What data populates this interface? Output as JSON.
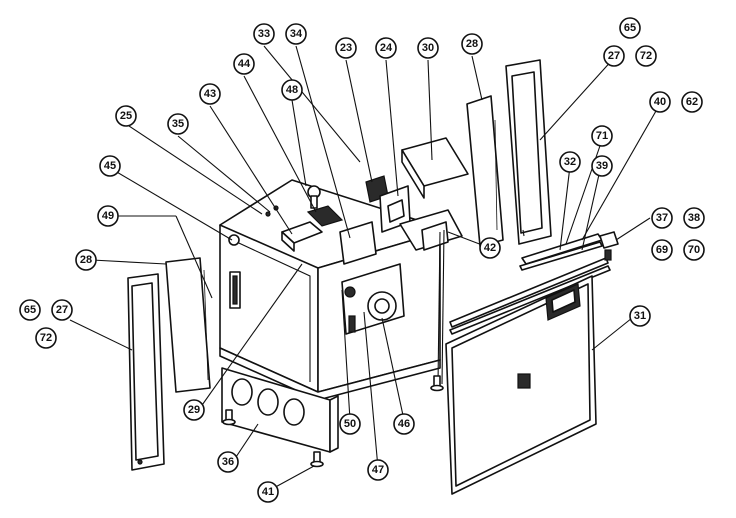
{
  "callouts": [
    {
      "id": "c65a",
      "label": "65"
    },
    {
      "id": "c27a",
      "label": "27"
    },
    {
      "id": "c72a",
      "label": "72"
    },
    {
      "id": "c33",
      "label": "33"
    },
    {
      "id": "c34",
      "label": "34"
    },
    {
      "id": "c23",
      "label": "23"
    },
    {
      "id": "c24",
      "label": "24"
    },
    {
      "id": "c30",
      "label": "30"
    },
    {
      "id": "c28a",
      "label": "28"
    },
    {
      "id": "c44",
      "label": "44"
    },
    {
      "id": "c43",
      "label": "43"
    },
    {
      "id": "c48",
      "label": "48"
    },
    {
      "id": "c25",
      "label": "25"
    },
    {
      "id": "c35",
      "label": "35"
    },
    {
      "id": "c45",
      "label": "45"
    },
    {
      "id": "c49",
      "label": "49"
    },
    {
      "id": "c28b",
      "label": "28"
    },
    {
      "id": "c65b",
      "label": "65"
    },
    {
      "id": "c27b",
      "label": "27"
    },
    {
      "id": "c72b",
      "label": "72"
    },
    {
      "id": "c40",
      "label": "40"
    },
    {
      "id": "c62",
      "label": "62"
    },
    {
      "id": "c71",
      "label": "71"
    },
    {
      "id": "c32",
      "label": "32"
    },
    {
      "id": "c39",
      "label": "39"
    },
    {
      "id": "c37",
      "label": "37"
    },
    {
      "id": "c38",
      "label": "38"
    },
    {
      "id": "c69",
      "label": "69"
    },
    {
      "id": "c70",
      "label": "70"
    },
    {
      "id": "c42",
      "label": "42"
    },
    {
      "id": "c31",
      "label": "31"
    },
    {
      "id": "c29",
      "label": "29"
    },
    {
      "id": "c36",
      "label": "36"
    },
    {
      "id": "c50",
      "label": "50"
    },
    {
      "id": "c46",
      "label": "46"
    },
    {
      "id": "c47",
      "label": "47"
    },
    {
      "id": "c41",
      "label": "41"
    }
  ]
}
